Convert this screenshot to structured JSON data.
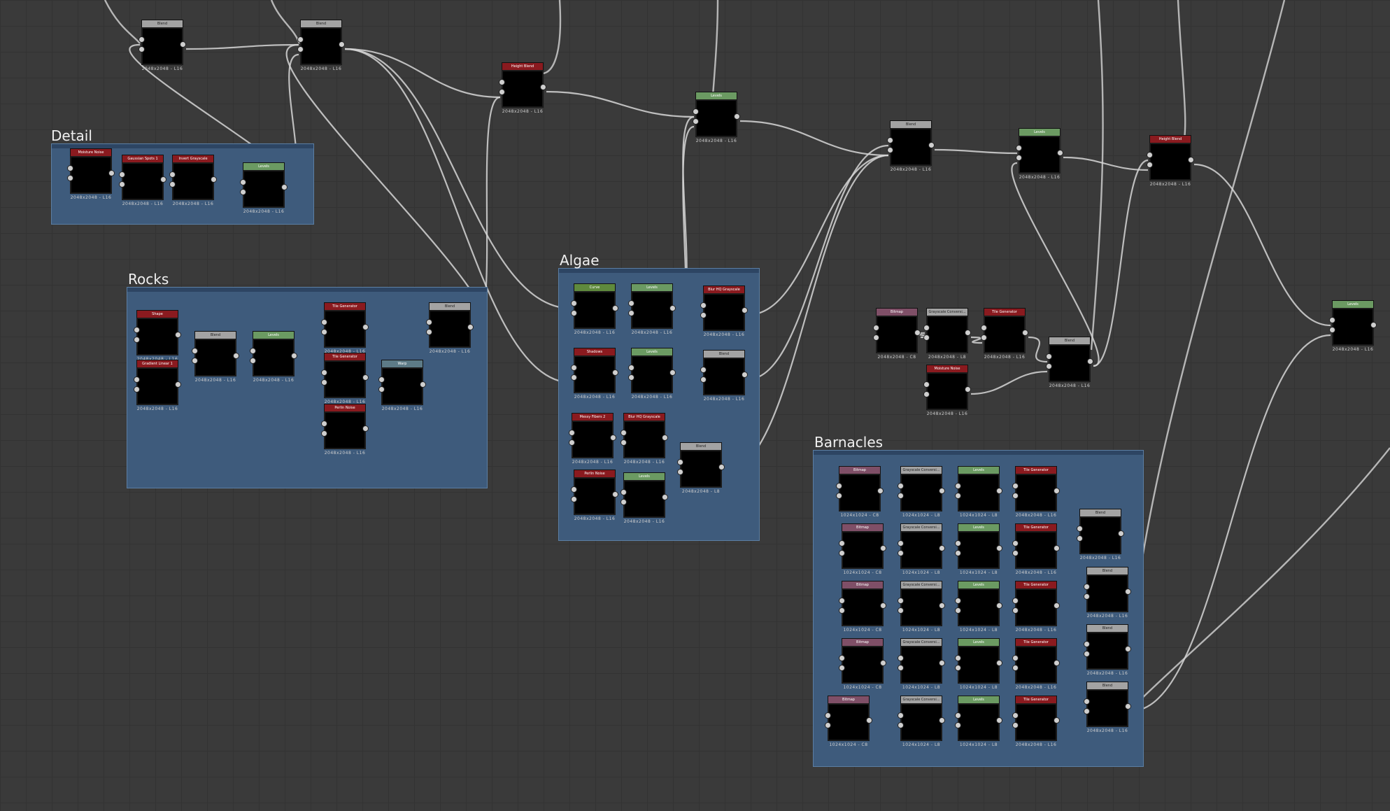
{
  "frames": [
    {
      "id": "detail",
      "title": "Detail"
    },
    {
      "id": "rocks",
      "title": "Rocks"
    },
    {
      "id": "algae",
      "title": "Algae"
    },
    {
      "id": "barnacles",
      "title": "Barnacles"
    }
  ],
  "nodes": [
    {
      "label": "Blend",
      "color": "grey",
      "cap": "2048x2048 - L16",
      "tex": "t-noise"
    },
    {
      "label": "Blend",
      "color": "grey",
      "cap": "2048x2048 - L16",
      "tex": "t-noise"
    },
    {
      "label": "Height Blend",
      "color": "red",
      "cap": "2048x2048 - L16",
      "tex": "t-noise"
    },
    {
      "label": "Levels",
      "color": "green",
      "cap": "2048x2048 - L16",
      "tex": "t-noise"
    },
    {
      "label": "Blend",
      "color": "grey",
      "cap": "2048x2048 - L16",
      "tex": "t-noise"
    },
    {
      "label": "Levels",
      "color": "green",
      "cap": "2048x2048 - L16",
      "tex": "t-noise"
    },
    {
      "label": "Height Blend",
      "color": "red",
      "cap": "2048x2048 - L16",
      "tex": "t-noise"
    },
    {
      "label": "Levels",
      "color": "green",
      "cap": "2048x2048 - L16",
      "tex": "t-noise"
    },
    {
      "label": "Moisture Noise",
      "color": "red",
      "cap": "2048x2048 - L16",
      "tex": "t-clouds"
    },
    {
      "label": "Gaussian Spots 1",
      "color": "red",
      "cap": "2048x2048 - L16",
      "tex": "t-grain"
    },
    {
      "label": "Invert Grayscale",
      "color": "red",
      "cap": "2048x2048 - L16",
      "tex": "t-white"
    },
    {
      "label": "Levels",
      "color": "green",
      "cap": "2048x2048 - L16",
      "tex": "t-cells"
    },
    {
      "label": "Shape",
      "color": "red",
      "cap": "2048x2048 - L16",
      "tex": "t-sphere"
    },
    {
      "label": "Gradient Linear 1",
      "color": "red",
      "cap": "2048x2048 - L16",
      "tex": "t-grad"
    },
    {
      "label": "Blend",
      "color": "grey",
      "cap": "2048x2048 - L16",
      "tex": "t-sphere2"
    },
    {
      "label": "Levels",
      "color": "green",
      "cap": "2048x2048 - L16",
      "tex": "t-sphere3"
    },
    {
      "label": "Tile Generator",
      "color": "red",
      "cap": "2048x2048 - L16",
      "tex": "t-dots"
    },
    {
      "label": "Tile Generator",
      "color": "red",
      "cap": "2048x2048 - L16",
      "tex": "t-dots"
    },
    {
      "label": "Perlin Noise",
      "color": "red",
      "cap": "2048x2048 - L16",
      "tex": "t-perlin"
    },
    {
      "label": "Warp",
      "color": "slate",
      "cap": "2048x2048 - L16",
      "tex": "t-dots"
    },
    {
      "label": "Blend",
      "color": "grey",
      "cap": "2048x2048 - L16",
      "tex": "t-dots"
    },
    {
      "label": "Curve",
      "color": "olive",
      "cap": "2048x2048 - L16",
      "tex": "t-noise"
    },
    {
      "label": "Levels",
      "color": "green",
      "cap": "2048x2048 - L16",
      "tex": "t-black"
    },
    {
      "label": "Blur HQ Grayscale",
      "color": "red",
      "cap": "2048x2048 - L16",
      "tex": "t-black"
    },
    {
      "label": "Shadows",
      "color": "red",
      "cap": "2048x2048 - L16",
      "tex": "t-white"
    },
    {
      "label": "Levels",
      "color": "green",
      "cap": "2048x2048 - L16",
      "tex": "t-cells"
    },
    {
      "label": "Blend",
      "color": "grey",
      "cap": "2048x2048 - L16",
      "tex": "t-black"
    },
    {
      "label": "Messy Fibers 2",
      "color": "red",
      "cap": "2048x2048 - L16",
      "tex": "t-moss"
    },
    {
      "label": "Blur HQ Grayscale",
      "color": "red",
      "cap": "2048x2048 - L16",
      "tex": "t-moss"
    },
    {
      "label": "Perlin Noise",
      "color": "red",
      "cap": "2048x2048 - L16",
      "tex": "t-perlin"
    },
    {
      "label": "Levels",
      "color": "green",
      "cap": "2048x2048 - L16",
      "tex": "t-perlin"
    },
    {
      "label": "Blend",
      "color": "grey",
      "cap": "2048x2048 - L8",
      "tex": "t-moss"
    },
    {
      "label": "Bitmap",
      "color": "pink",
      "cap": "2048x2048 - C8",
      "tex": "t-checker"
    },
    {
      "label": "Grayscale Conversi...",
      "color": "grey",
      "cap": "2048x2048 - L8",
      "tex": "t-ring"
    },
    {
      "label": "Tile Generator",
      "color": "red",
      "cap": "2048x2048 - L16",
      "tex": "t-dots"
    },
    {
      "label": "Moisture Noise",
      "color": "red",
      "cap": "2048x2048 - L16",
      "tex": "t-clouds"
    },
    {
      "label": "Blend",
      "color": "grey",
      "cap": "2048x2048 - L16",
      "tex": "t-black"
    },
    {
      "label": "Bitmap",
      "color": "pink",
      "cap": "1024x1024 - C8",
      "tex": "t-blob"
    },
    {
      "label": "Grayscale Conversi...",
      "color": "grey",
      "cap": "1024x1024 - L8",
      "tex": "t-blob"
    },
    {
      "label": "Levels",
      "color": "green",
      "cap": "1024x1024 - L8",
      "tex": "t-blob"
    },
    {
      "label": "Tile Generator",
      "color": "red",
      "cap": "2048x2048 - L16",
      "tex": "t-black"
    },
    {
      "label": "Bitmap",
      "color": "pink",
      "cap": "1024x1024 - C8",
      "tex": "t-star"
    },
    {
      "label": "Grayscale Conversi...",
      "color": "grey",
      "cap": "1024x1024 - L8",
      "tex": "t-star"
    },
    {
      "label": "Levels",
      "color": "green",
      "cap": "1024x1024 - L8",
      "tex": "t-star"
    },
    {
      "label": "Tile Generator",
      "color": "red",
      "cap": "2048x2048 - L16",
      "tex": "t-black"
    },
    {
      "label": "Bitmap",
      "color": "pink",
      "cap": "1024x1024 - C8",
      "tex": "t-blob"
    },
    {
      "label": "Grayscale Conversi...",
      "color": "grey",
      "cap": "1024x1024 - L8",
      "tex": "t-blob"
    },
    {
      "label": "Levels",
      "color": "green",
      "cap": "1024x1024 - L8",
      "tex": "t-blob"
    },
    {
      "label": "Tile Generator",
      "color": "red",
      "cap": "2048x2048 - L16",
      "tex": "t-black"
    },
    {
      "label": "Bitmap",
      "color": "pink",
      "cap": "1024x1024 - C8",
      "tex": "t-blob"
    },
    {
      "label": "Grayscale Conversi...",
      "color": "grey",
      "cap": "1024x1024 - L8",
      "tex": "t-blob"
    },
    {
      "label": "Levels",
      "color": "green",
      "cap": "1024x1024 - L8",
      "tex": "t-blob"
    },
    {
      "label": "Tile Generator",
      "color": "red",
      "cap": "2048x2048 - L16",
      "tex": "t-black"
    },
    {
      "label": "Bitmap",
      "color": "pink",
      "cap": "1024x1024 - C8",
      "tex": "t-blob"
    },
    {
      "label": "Grayscale Conversi...",
      "color": "grey",
      "cap": "1024x1024 - L8",
      "tex": "t-blob"
    },
    {
      "label": "Levels",
      "color": "green",
      "cap": "1024x1024 - L8",
      "tex": "t-blob"
    },
    {
      "label": "Tile Generator",
      "color": "red",
      "cap": "2048x2048 - L16",
      "tex": "t-black"
    },
    {
      "label": "Blend",
      "color": "grey",
      "cap": "2048x2048 - L16",
      "tex": "t-black"
    },
    {
      "label": "Blend",
      "color": "grey",
      "cap": "2048x2048 - L16",
      "tex": "t-black"
    },
    {
      "label": "Blend",
      "color": "grey",
      "cap": "2048x2048 - L16",
      "tex": "t-black"
    },
    {
      "label": "Blend",
      "color": "grey",
      "cap": "2048x2048 - L16",
      "tex": "t-black"
    }
  ]
}
